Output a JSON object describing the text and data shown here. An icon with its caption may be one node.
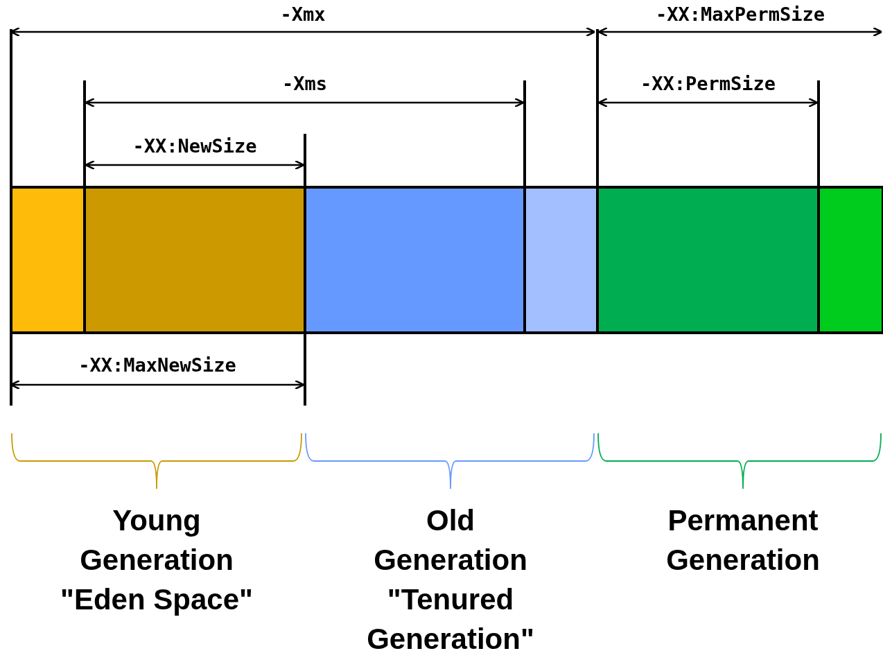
{
  "diagram": {
    "labels": [
      "-Xmx",
      "-XX:MaxPermSize",
      "-Xms",
      "-XX:PermSize",
      "-XX:NewSize",
      "-XX:MaxNewSize",
      "Young Generation \"Eden Space\"",
      "Old Generation \"Tenured Generation\"",
      "Permanent Generation"
    ]
  }
}
